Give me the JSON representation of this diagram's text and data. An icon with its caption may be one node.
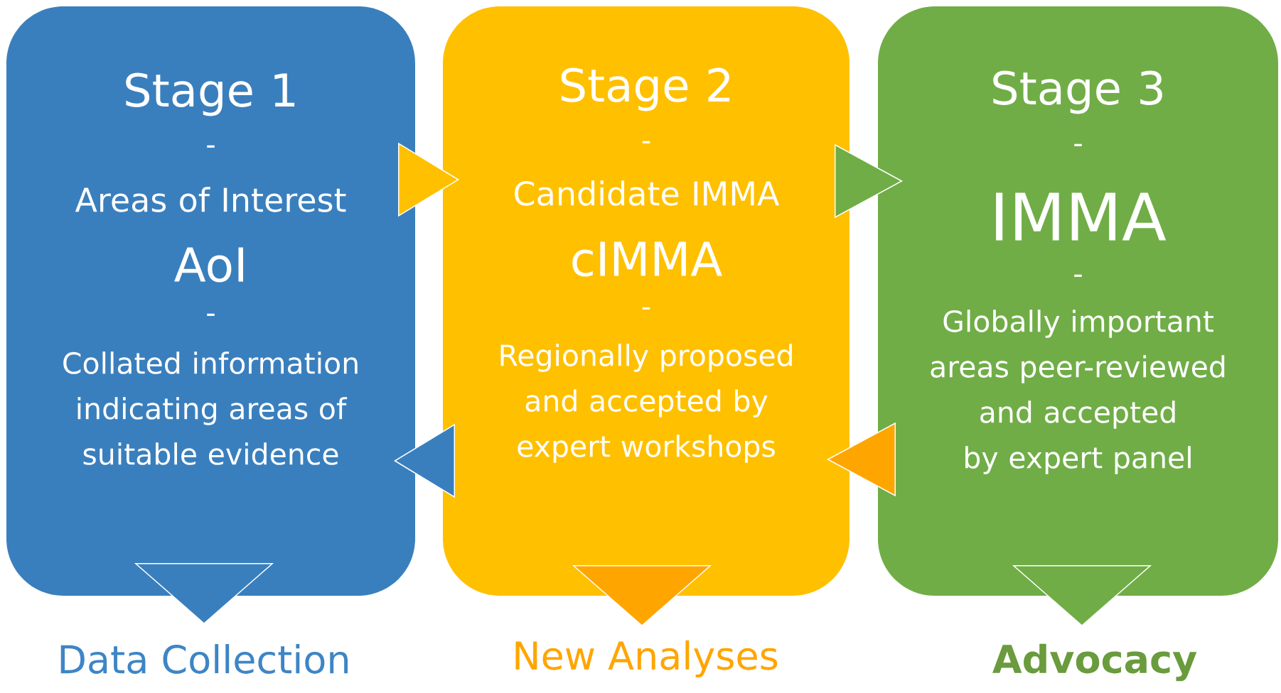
{
  "diagram": {
    "nodes": [
      {
        "text": [
          "Stage 1",
          "-",
          "Areas of Interest",
          "AoI",
          "-",
          "Collated information indicating areas of suitable evidence"
        ]
      },
      {
        "text": [
          "Stage 2",
          "-",
          "Candidate IMMA",
          "cIMMA",
          "-",
          "Regionally proposed and accepted by expert workshops"
        ]
      },
      {
        "text": [
          "Stage 3",
          "-",
          "IMMA",
          "-",
          "Globally important areas peer-reviewed and accepted by expert panel"
        ]
      },
      {
        "text": [
          "Data Collection"
        ]
      },
      {
        "text": [
          "New Analyses"
        ]
      },
      {
        "text": [
          "Advocacy"
        ]
      }
    ],
    "edges": [
      {
        "from": 0,
        "to": 1,
        "arrow": "to",
        "color": "#ffc000"
      },
      {
        "from": 1,
        "to": 2,
        "arrow": "to",
        "color": "#70ad47"
      },
      {
        "from": 1,
        "to": 0,
        "arrow": "to",
        "color": "#3a7fbd"
      },
      {
        "from": 2,
        "to": 1,
        "arrow": "to",
        "color": "#ffa500"
      },
      {
        "from": 0,
        "to": 3,
        "arrow": "to",
        "color": "#3a7fbd"
      },
      {
        "from": 1,
        "to": 4,
        "arrow": "to",
        "color": "#ffa500"
      },
      {
        "from": 2,
        "to": 5,
        "arrow": "to",
        "color": "#70ad47"
      }
    ]
  }
}
